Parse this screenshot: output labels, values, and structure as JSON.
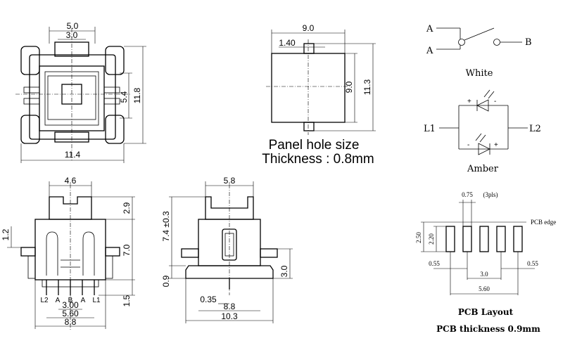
{
  "top_view": {
    "dim_outer_width": "5.0",
    "dim_inner_width": "3.0",
    "dim_height_inner": "5.4",
    "dim_height_outer": "11.8",
    "dim_bottom_width": "11.4"
  },
  "panel": {
    "dim_width": "9.0",
    "dim_notch": "1.40",
    "dim_inner_height": "9.0",
    "dim_outer_height": "11.3",
    "title": "Panel hole size",
    "thickness": "Thickness : 0.8mm"
  },
  "switch_schematic": {
    "pin_a_top": "A",
    "pin_a_bottom": "A",
    "pin_b": "B",
    "label": "White"
  },
  "led_schematic": {
    "l1": "L1",
    "l2": "L2",
    "plus_top": "+",
    "minus_top": "-",
    "minus_bottom": "-",
    "plus_bottom": "+",
    "label": "Amber"
  },
  "front_view": {
    "dim_top_width": "4.6",
    "dim_top_height": "2.9",
    "dim_left": "1.2",
    "dim_body_height": "7.0",
    "dim_pin_height": "1.5",
    "dim_pin_pitch": "3.00",
    "dim_pin_span": "5.60",
    "dim_body_width": "8.8",
    "pin_labels": [
      "L2",
      "A",
      "B",
      "A",
      "L1"
    ]
  },
  "side_view": {
    "dim_top_width": "5.8",
    "dim_height": "7.4 ±0.3",
    "dim_base": "0.9",
    "dim_right": "3.0",
    "dim_pin_width": "0.35",
    "dim_inner_width": "8.8",
    "dim_outer_width": "10.3"
  },
  "pcb_layout": {
    "dim_pad_width": "0.75",
    "dim_pad_note": "(3pls)",
    "pcb_edge": "PCB edge",
    "dim_outer": "2.50",
    "dim_inner": "2.20",
    "dim_left_margin": "0.55",
    "dim_right_margin": "0.55",
    "dim_pitch": "3.0",
    "dim_span": "5.60",
    "title": "PCB Layout",
    "thickness": "PCB thickness 0.9mm"
  }
}
